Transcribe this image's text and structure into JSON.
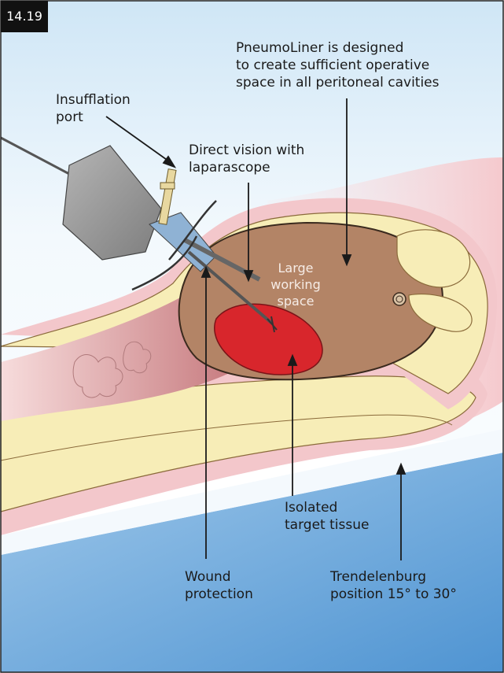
{
  "figure_number": "14.19",
  "labels": {
    "pneumoliner": [
      "PneumoLiner is designed",
      "to create sufficient operative",
      "space in all peritoneal cavities"
    ],
    "insufflation": [
      "Insufflation",
      "port"
    ],
    "direct_vision": [
      "Direct vision with",
      "laparascope"
    ],
    "large_working": [
      "Large",
      "working",
      "space"
    ],
    "isolated": [
      "Isolated",
      "target tissue"
    ],
    "wound": [
      "Wound",
      "protection"
    ],
    "trendelenburg": [
      "Trendelenburg",
      "position 15° to 30°"
    ]
  },
  "colors": {
    "table": "#5b9fd8",
    "body_pink": "#f3c4c8",
    "fat_yellow": "#f7edb7",
    "cavity_brown": "#b38466",
    "target_red": "#d8262c",
    "instrument_gray": "#9a9a9a",
    "background_top": "#e6f2fb"
  }
}
